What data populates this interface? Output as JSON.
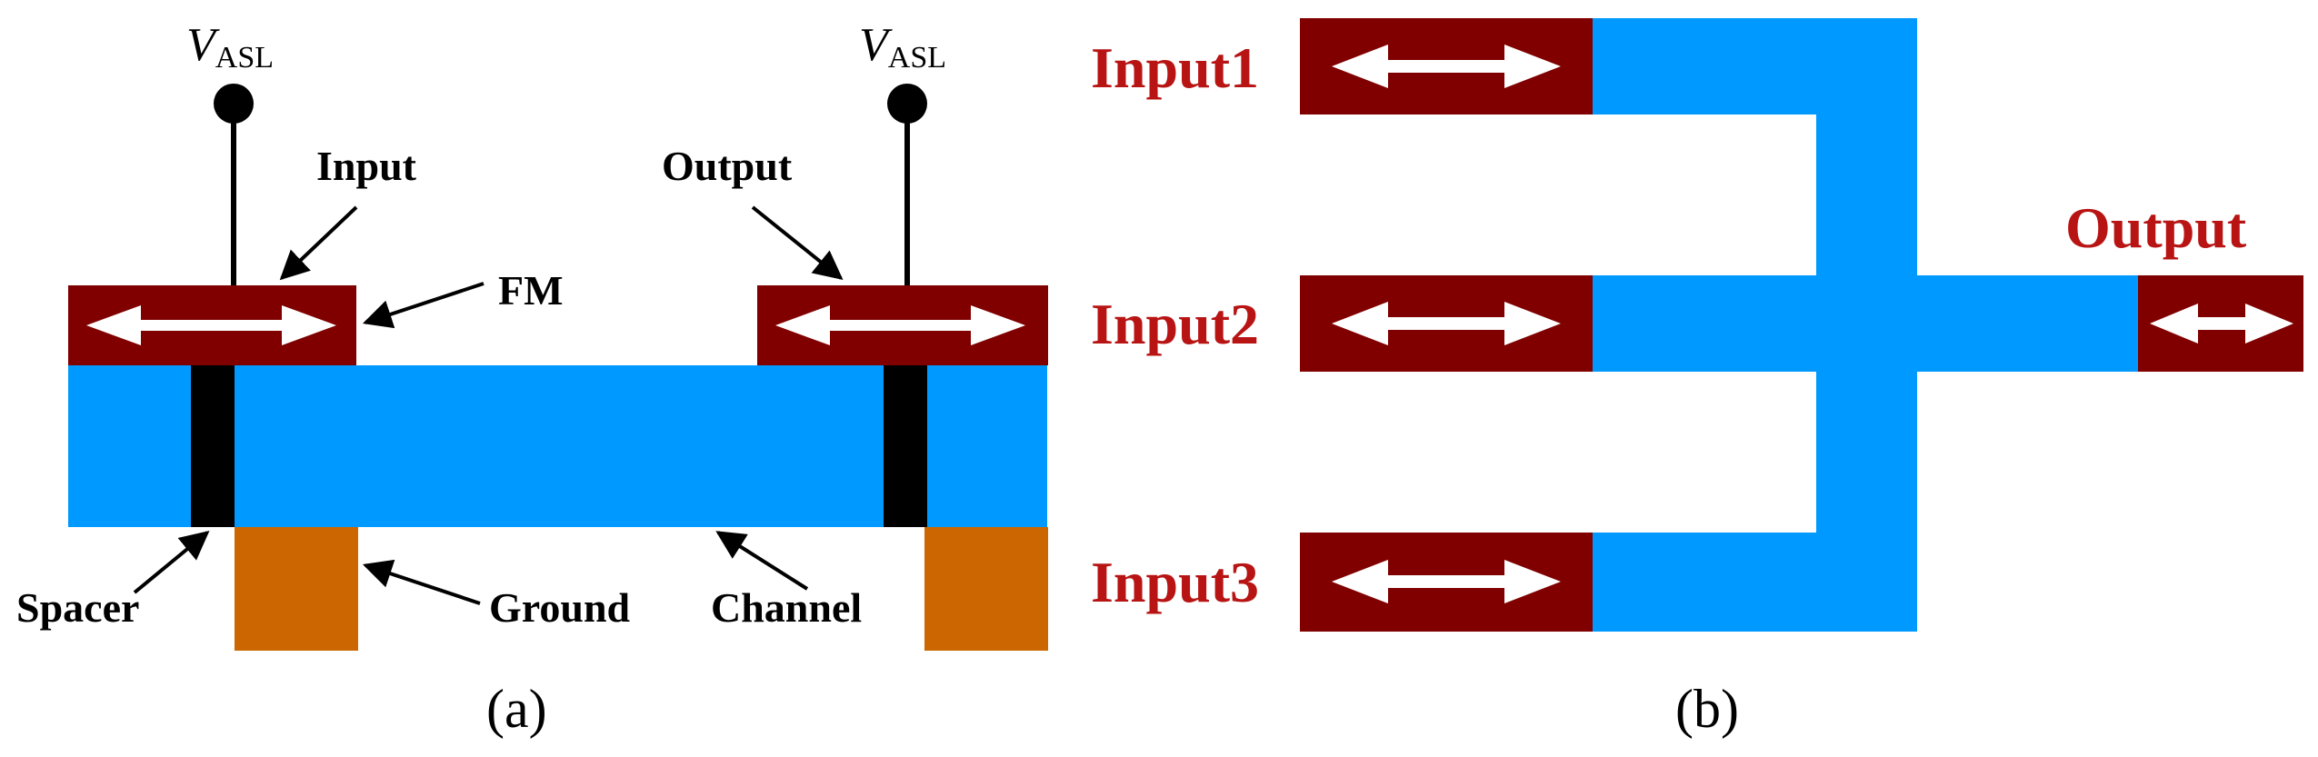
{
  "panel_a": {
    "vasl_left": {
      "main": "V",
      "sub": "ASL"
    },
    "vasl_right": {
      "main": "V",
      "sub": "ASL"
    },
    "input_label": "Input",
    "output_label": "Output",
    "fm_label": "FM",
    "spacer_label": "Spacer",
    "ground_label": "Ground",
    "channel_label": "Channel",
    "caption": "(a)"
  },
  "panel_b": {
    "input1_label": "Input1",
    "input2_label": "Input2",
    "input3_label": "Input3",
    "output_label": "Output",
    "caption": "(b)"
  },
  "colors": {
    "fm": "#800000",
    "channel": "#0099ff",
    "ground": "#cc6600",
    "spacer": "#000000",
    "arrow": "#ffffff",
    "label_red": "#b81414"
  }
}
